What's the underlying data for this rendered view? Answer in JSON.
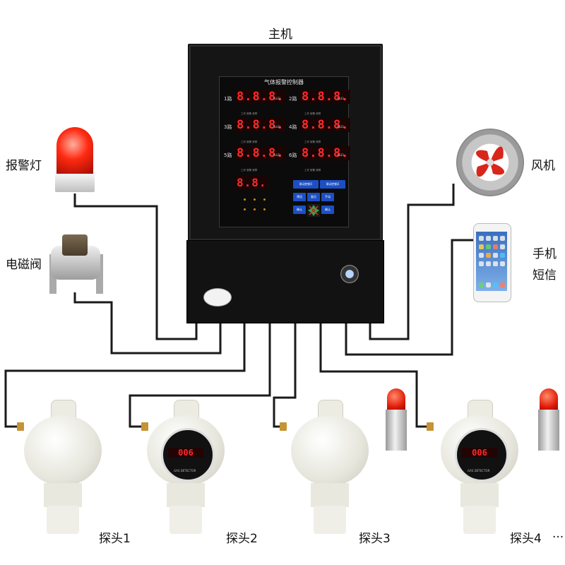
{
  "labels": {
    "main_unit": "主机",
    "alarm_lamp": "报警灯",
    "solenoid_valve": "电磁阀",
    "fan": "风机",
    "phone_line1": "手机",
    "phone_line2": "短信",
    "probe1": "探头1",
    "probe2": "探头2",
    "probe3": "探头3",
    "probe4": "探头4",
    "more": "..."
  },
  "controller": {
    "panel_title": "气体报警控制器",
    "channels": [
      {
        "name": "1路",
        "reading": "8.8.8.",
        "unit": "%LEL"
      },
      {
        "name": "2路",
        "reading": "8.8.8.",
        "unit": "%LEL"
      },
      {
        "name": "3路",
        "reading": "8.8.8.",
        "unit": "%LEL"
      },
      {
        "name": "4路",
        "reading": "8.8.8.",
        "unit": "%LEL"
      },
      {
        "name": "5路",
        "reading": "8.8.8.",
        "unit": "%LEL"
      },
      {
        "name": "6路",
        "reading": "8.8.8.",
        "unit": "%LEL"
      }
    ],
    "status_leds": "工作  报警  故障",
    "small_display": "8.8.",
    "buttons": {
      "b1": "预设",
      "b2": "复位",
      "b3": "手动",
      "b4": "确认",
      "w1": "联动控制1",
      "w2": "联动控制2"
    }
  },
  "detectors": {
    "reading2": "006",
    "reading4": "006",
    "caption": "GAS DETECTOR"
  }
}
